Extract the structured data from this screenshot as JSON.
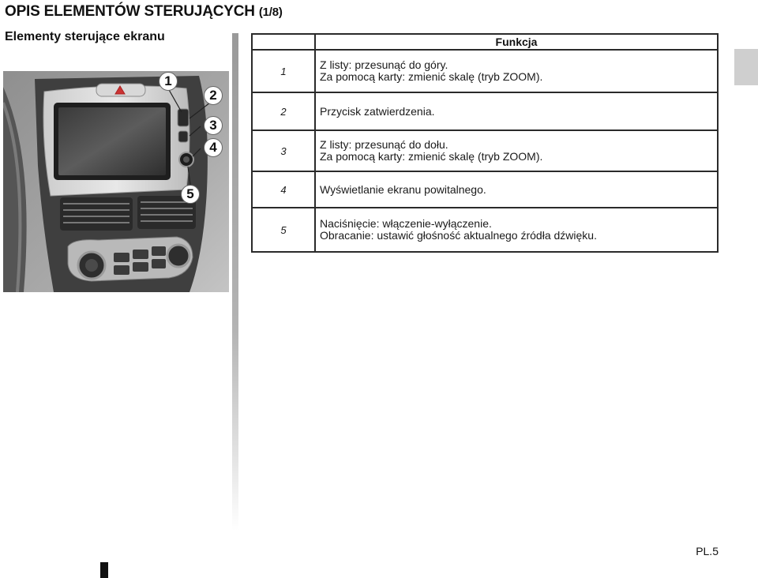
{
  "header": {
    "title": "OPIS ELEMENTÓW STERUJĄCYCH",
    "part": "(1/8)"
  },
  "section": {
    "title": "Elementy sterujące ekranu"
  },
  "callouts": [
    "1",
    "2",
    "3",
    "4",
    "5"
  ],
  "table": {
    "header_number": "",
    "header_function": "Funkcja",
    "rows": [
      {
        "number": "1",
        "lines": [
          "Z listy: przesunąć do góry.",
          "Za pomocą karty: zmienić skalę (tryb ZOOM)."
        ]
      },
      {
        "number": "2",
        "lines": [
          "Przycisk zatwierdzenia."
        ]
      },
      {
        "number": "3",
        "lines": [
          "Z listy: przesunąć do dołu.",
          "Za pomocą karty: zmienić skalę (tryb ZOOM)."
        ]
      },
      {
        "number": "4",
        "lines": [
          "Wyświetlanie ekranu powitalnego."
        ]
      },
      {
        "number": "5",
        "lines": [
          "Naciśnięcie: włączenie-wyłączenie.",
          "Obracanie: ustawić głośność aktualnego źródła dźwięku."
        ]
      }
    ]
  },
  "footer": {
    "page_number": "PL.5"
  }
}
